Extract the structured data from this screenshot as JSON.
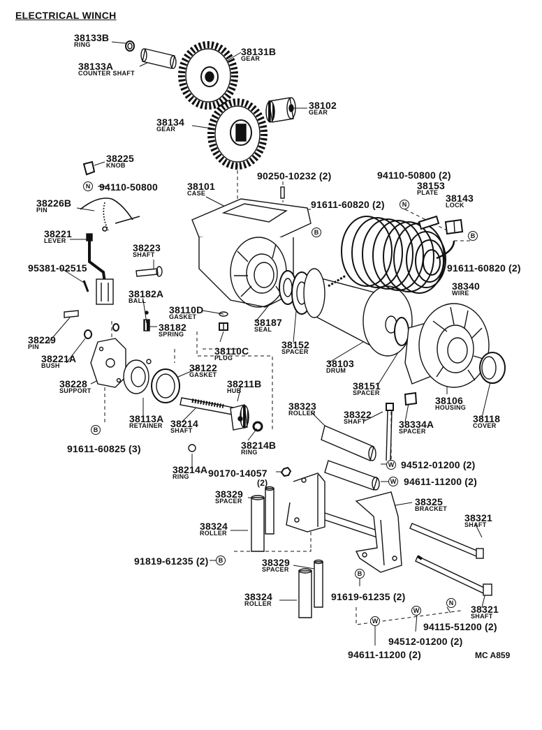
{
  "title": "ELECTRICAL WINCH",
  "figure_code": "MC A859",
  "symbols": {
    "b": "B",
    "n": "N",
    "w": "W"
  },
  "parts": {
    "p38133b": {
      "code": "38133B",
      "name": "RING"
    },
    "p38133a": {
      "code": "38133A",
      "name": "COUNTER SHAFT"
    },
    "p38131b": {
      "code": "38131B",
      "name": "GEAR"
    },
    "p38102": {
      "code": "38102",
      "name": "GEAR"
    },
    "p38134": {
      "code": "38134",
      "name": "GEAR"
    },
    "p38225": {
      "code": "38225",
      "name": "KNOB"
    },
    "p94110_50800": {
      "code": "94110-50800"
    },
    "p90250": {
      "code": "90250-10232 (2)"
    },
    "p38101": {
      "code": "38101",
      "name": "CASE"
    },
    "p94110_50800_2": {
      "code": "94110-50800 (2)"
    },
    "p38153": {
      "code": "38153",
      "name": "PLATE"
    },
    "p38143": {
      "code": "38143",
      "name": "LOCK"
    },
    "p38226b": {
      "code": "38226B",
      "name": "PIN"
    },
    "p91611_60820a": {
      "code": "91611-60820 (2)"
    },
    "p38221": {
      "code": "38221",
      "name": "LEVER"
    },
    "p38223": {
      "code": "38223",
      "name": "SHAFT"
    },
    "p95381": {
      "code": "95381-02515"
    },
    "p91611_60820b": {
      "code": "91611-60820 (2)"
    },
    "p38340": {
      "code": "38340",
      "name": "WIRE"
    },
    "p38182a": {
      "code": "38182A",
      "name": "BALL"
    },
    "p38110d": {
      "code": "38110D",
      "name": "GASKET"
    },
    "p38182": {
      "code": "38182",
      "name": "SPRING"
    },
    "p38187": {
      "code": "38187",
      "name": "SEAL"
    },
    "p38229": {
      "code": "38229",
      "name": "PIN"
    },
    "p38110c": {
      "code": "38110C",
      "name": "PLUG"
    },
    "p38152": {
      "code": "38152",
      "name": "SPACER"
    },
    "p38221a": {
      "code": "38221A",
      "name": "BUSH"
    },
    "p38122": {
      "code": "38122",
      "name": "GASKET"
    },
    "p38103": {
      "code": "38103",
      "name": "DRUM"
    },
    "p38228": {
      "code": "38228",
      "name": "SUPPORT"
    },
    "p38211b": {
      "code": "38211B",
      "name": "HUB"
    },
    "p38151": {
      "code": "38151",
      "name": "SPACER"
    },
    "p38106": {
      "code": "38106",
      "name": "HOUSING"
    },
    "p38323": {
      "code": "38323",
      "name": "ROLLER"
    },
    "p38322": {
      "code": "38322",
      "name": "SHAFT"
    },
    "p38113a": {
      "code": "38113A",
      "name": "RETAINER"
    },
    "p38214": {
      "code": "38214",
      "name": "SHAFT"
    },
    "p38334a": {
      "code": "38334A",
      "name": "SPACER"
    },
    "p38118": {
      "code": "38118",
      "name": "COVER"
    },
    "p91611_60825": {
      "code": "91611-60825 (3)"
    },
    "p38214b": {
      "code": "38214B",
      "name": "RING"
    },
    "p94512_01200a": {
      "code": "94512-01200 (2)"
    },
    "p38214a": {
      "code": "38214A",
      "name": "RING"
    },
    "p90170": {
      "code": "90170-14057",
      "qty": "(2)"
    },
    "p94611_11200a": {
      "code": "94611-11200 (2)"
    },
    "p38329a": {
      "code": "38329",
      "name": "SPACER"
    },
    "p38325": {
      "code": "38325",
      "name": "BRACKET"
    },
    "p38321a": {
      "code": "38321",
      "name": "SHAFT"
    },
    "p38324a": {
      "code": "38324",
      "name": "ROLLER"
    },
    "p91819": {
      "code": "91819-61235 (2)"
    },
    "p38329b": {
      "code": "38329",
      "name": "SPACER"
    },
    "p91619": {
      "code": "91619-61235 (2)"
    },
    "p38324b": {
      "code": "38324",
      "name": "ROLLER"
    },
    "p38321b": {
      "code": "38321",
      "name": "SHAFT"
    },
    "p94115": {
      "code": "94115-51200 (2)"
    },
    "p94512_01200b": {
      "code": "94512-01200 (2)"
    },
    "p94611_11200b": {
      "code": "94611-11200 (2)"
    }
  }
}
